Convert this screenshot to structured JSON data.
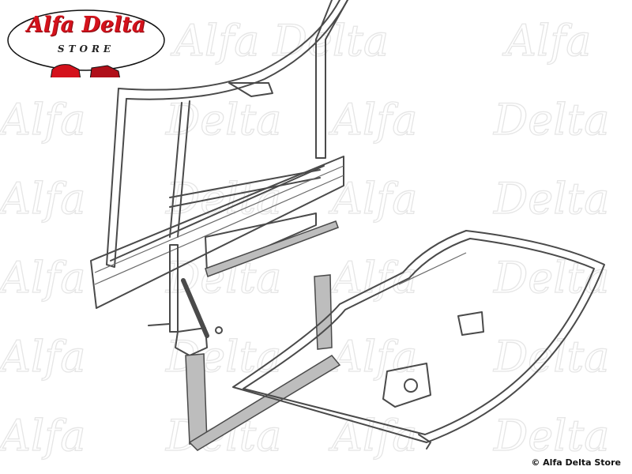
{
  "logo": {
    "title": "Alfa Delta",
    "subtitle": "STORE"
  },
  "watermark": {
    "text": "Alfa Delta"
  },
  "footer": {
    "copyright": "© Alfa Delta Store"
  },
  "colors": {
    "brand_red": "#d4121c",
    "line": "#4a4a4a",
    "watermark": "#e6e6e6"
  }
}
